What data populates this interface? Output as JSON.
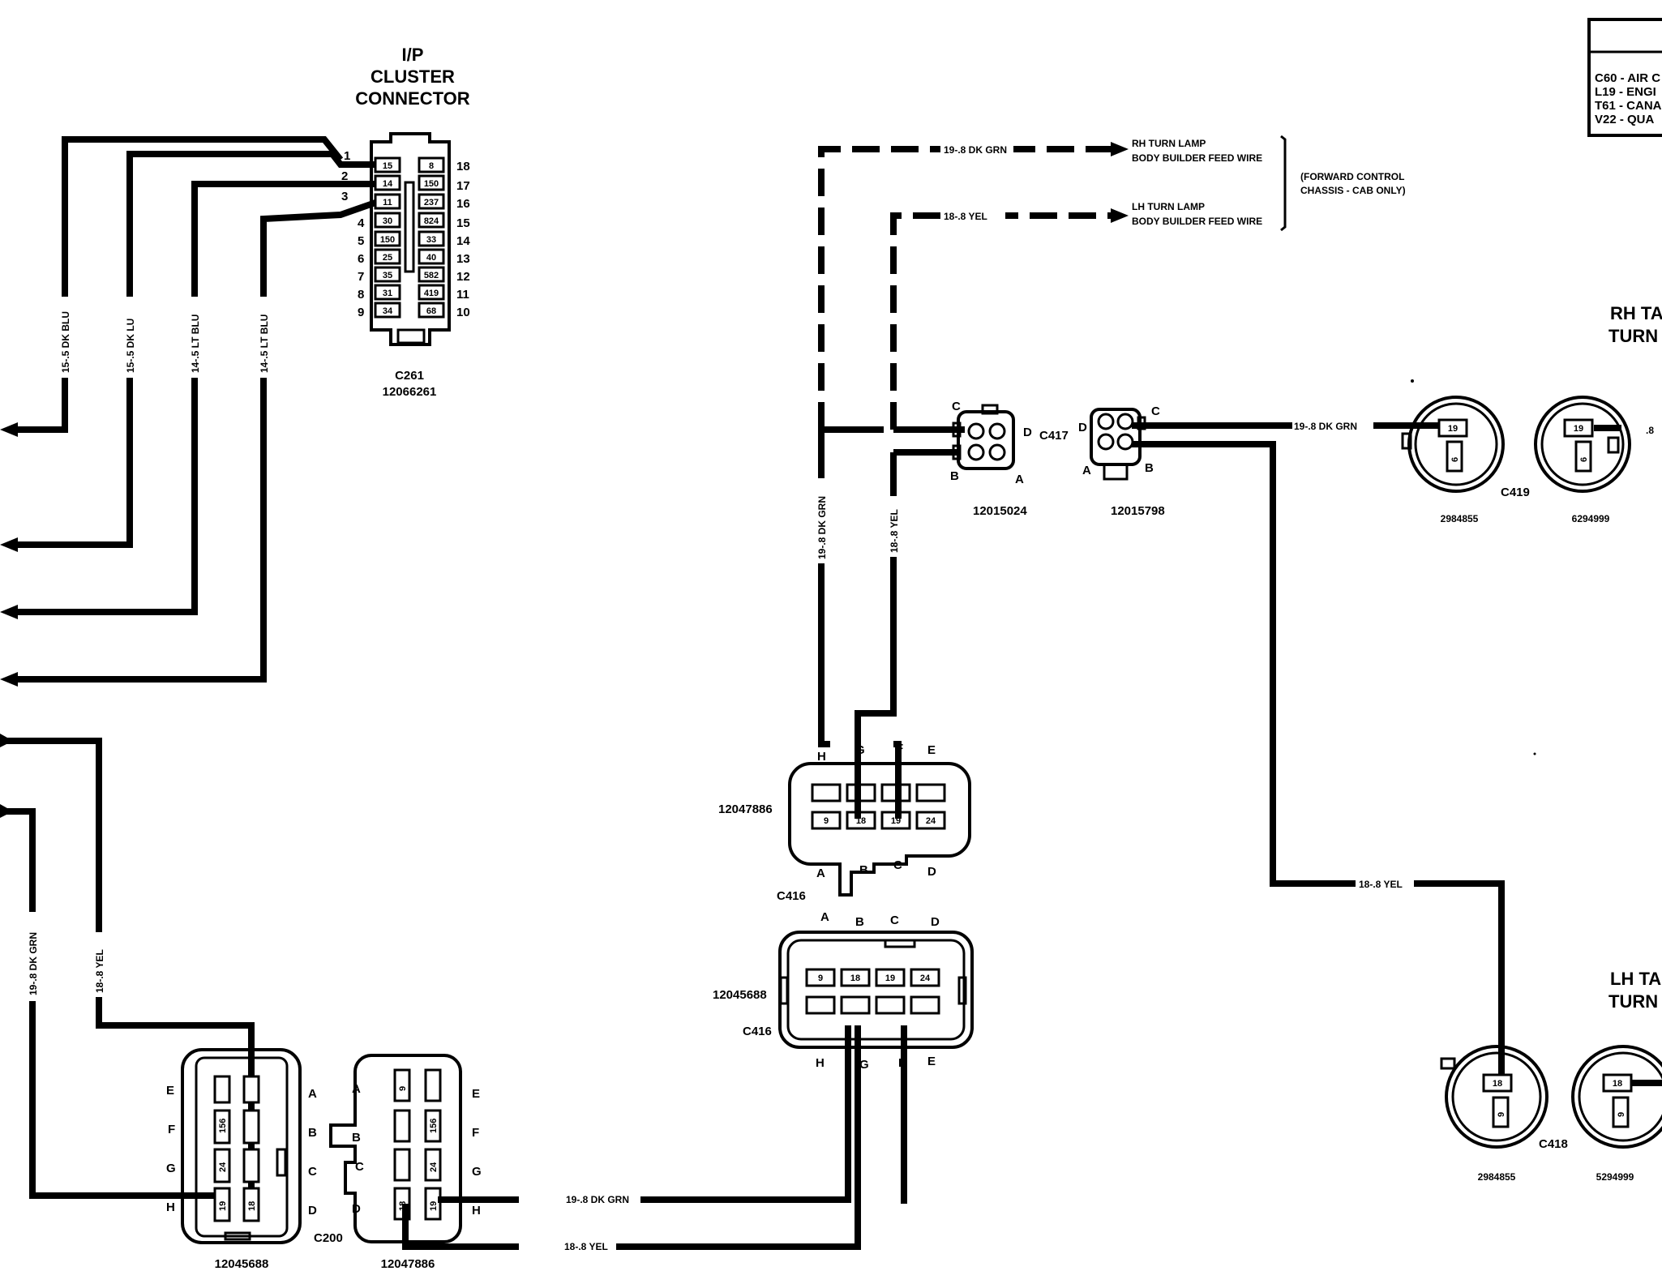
{
  "cluster": {
    "title": [
      "I/P",
      "CLUSTER",
      "CONNECTOR"
    ],
    "connector_id": "C261",
    "part_number": "12066261",
    "pins_left": [
      "1",
      "2",
      "3",
      "4",
      "5",
      "6",
      "7",
      "8",
      "9"
    ],
    "pins_right": [
      "18",
      "17",
      "16",
      "15",
      "14",
      "13",
      "12",
      "11",
      "10"
    ],
    "cavities_left": [
      "15",
      "14",
      "11",
      "30",
      "150",
      "25",
      "35",
      "31",
      "34"
    ],
    "cavities_right": [
      "8",
      "150",
      "237",
      "824",
      "33",
      "40",
      "582",
      "419",
      "68"
    ]
  },
  "left_wires": [
    "15-.5 DK BLU",
    "15-.5 DK LU",
    "14-.5 LT BLU",
    "14-.5 LT BLU"
  ],
  "lower_left_wires": [
    "19-.8 DK GRN",
    "18-.8 YEL"
  ],
  "c200": {
    "id": "C200",
    "left_part": "12045688",
    "right_part": "12047886",
    "left_letters": [
      "E",
      "F",
      "G",
      "H"
    ],
    "left_cavities": [
      "156",
      "24",
      "19",
      "18"
    ],
    "mid_letters": [
      "A",
      "B",
      "C",
      "D"
    ],
    "right_side_letters": [
      "A",
      "B",
      "C",
      "D"
    ],
    "right_cavities": [
      "9",
      "156",
      "24",
      "18",
      "19"
    ],
    "right_letters": [
      "E",
      "F",
      "G",
      "H"
    ]
  },
  "bottom_wires": [
    "19-.8 DK GRN",
    "18-.8 YEL"
  ],
  "c416_upper": {
    "id": "C416",
    "part_number": "12047886",
    "top_letters": [
      "H",
      "G",
      "F",
      "E"
    ],
    "cavities": [
      "9",
      "18",
      "19",
      "24"
    ],
    "bottom_letters": [
      "A",
      "B",
      "C",
      "D"
    ]
  },
  "c416_lower": {
    "id": "C416",
    "part_number": "12045688",
    "top_letters": [
      "A",
      "B",
      "C",
      "D"
    ],
    "cavities": [
      "9",
      "18",
      "19",
      "24"
    ],
    "bottom_letters": [
      "H",
      "G",
      "F",
      "E"
    ]
  },
  "feed": {
    "rh_wire": "19-.8 DK GRN",
    "rh_label": [
      "RH TURN LAMP",
      "BODY BUILDER FEED WIRE"
    ],
    "lh_wire": "18-.8 YEL",
    "lh_label": [
      "LH TURN LAMP",
      "BODY BUILDER FEED WIRE"
    ],
    "note": [
      "(FORWARD CONTROL",
      "CHASSIS - CAB ONLY)"
    ]
  },
  "vertical_wires": [
    "19-.8 DK GRN",
    "18-.8 YEL"
  ],
  "c417": {
    "id": "C417",
    "left_part": "12015024",
    "right_part": "12015798",
    "left_letters": [
      "C",
      "D",
      "B",
      "A"
    ],
    "right_letters": [
      "D",
      "C",
      "A",
      "B"
    ]
  },
  "rh_lamp": {
    "title": [
      "RH TA",
      "TURN"
    ],
    "wire": "19-.8 DK GRN",
    "connector_id": "C419",
    "part_left": "2984855",
    "part_right": "6294999",
    "cavity_a": "19",
    "cavity_b": "6",
    "partial_wire": ".8"
  },
  "lh_lamp": {
    "title": [
      "LH TA",
      "TURN"
    ],
    "wire": "18-.8 YEL",
    "connector_id": "C418",
    "part_left": "2984855",
    "part_right": "5294999",
    "cavity_a": "18",
    "cavity_b": "9"
  },
  "legend": {
    "items": [
      "C60 - AIR C",
      "L19 - ENGI",
      "T61 - CANA",
      "V22 - QUA"
    ]
  }
}
